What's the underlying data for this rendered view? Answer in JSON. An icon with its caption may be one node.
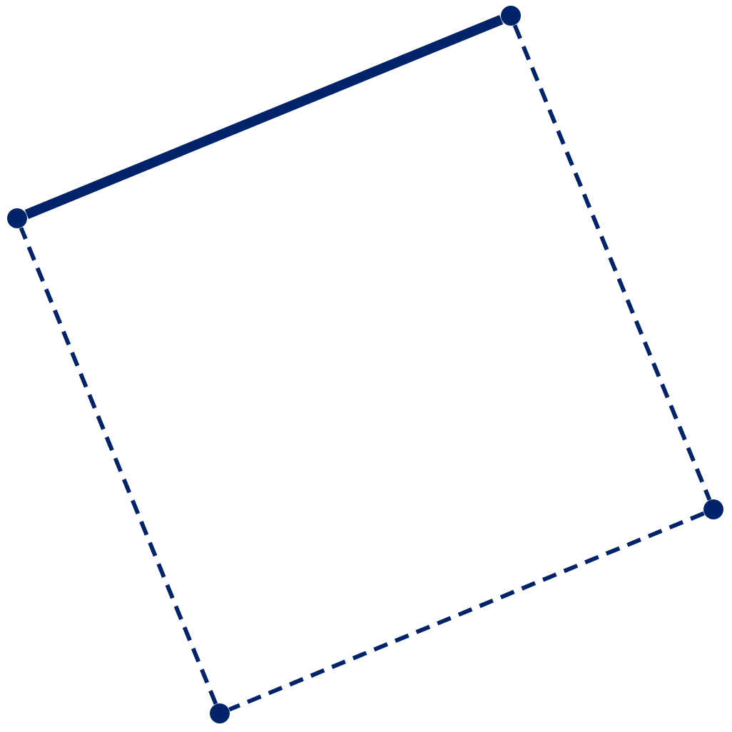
{
  "diagram": {
    "nodes": [
      {
        "text": [],
        "shape": "circle"
      },
      {
        "text": [],
        "shape": "circle"
      },
      {
        "text": [],
        "shape": "circle"
      },
      {
        "text": [],
        "shape": "circle"
      }
    ],
    "edges": [
      {
        "from": 0,
        "to": 2,
        "arrow": "none",
        "style": "thick"
      },
      {
        "from": 2,
        "to": 3,
        "arrow": "none",
        "style": "dashed"
      },
      {
        "from": 3,
        "to": 1,
        "arrow": "none",
        "style": "dashed"
      },
      {
        "from": 1,
        "to": 0,
        "arrow": "none",
        "style": "dashed"
      }
    ]
  }
}
